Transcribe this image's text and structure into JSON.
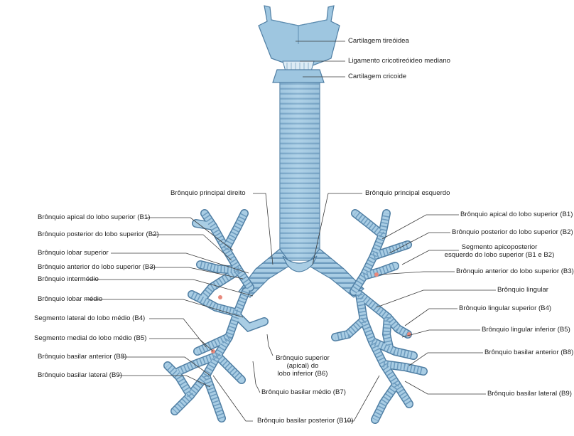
{
  "labels": {
    "cartilagem_tireoidea": "Cartilagem tireóidea",
    "ligamento_cricotireoideo": "Ligamento cricotireóideo mediano",
    "cartilagem_cricoide": "Cartilagem cricoide",
    "bronquio_principal_direito": "Brônquio principal direito",
    "bronquio_principal_esquerdo": "Brônquio principal esquerdo",
    "right": {
      "apical_b1": "Brônquio apical do lobo superior (B1)",
      "posterior_b2": "Brônquio posterior do lobo superior (B2)",
      "lobar_superior": "Brônquio lobar superior",
      "anterior_b3": "Brônquio anterior do lobo superior (B3)",
      "intermedio": "Brônquio intermédio",
      "lobar_medio": "Brônquio lobar médio",
      "lateral_b4": "Segmento lateral do lobo médio (B4)",
      "medial_b5": "Segmento medial do lobo médio (B5)",
      "basilar_anterior_b8": "Brônquio basilar anterior (B8)",
      "basilar_lateral_b9": "Brônquio basilar lateral (B9)"
    },
    "center": {
      "superior_b6_line1": "Brônquio superior",
      "superior_b6_line2": "(apical) do",
      "superior_b6_line3": "lobo inferior (B6)",
      "basilar_medio_b7": "Brônquio basilar médio (B7)",
      "basilar_posterior_b10": "Brônquio basilar posterior (B10)"
    },
    "left": {
      "apical_b1": "Brônquio apical do lobo superior (B1)",
      "posterior_b2": "Brônquio posterior do lobo superior (B2)",
      "apicoposterior_line1": "Segmento apicoposterior",
      "apicoposterior_line2": "esquerdo do lobo superior (B1 e B2)",
      "anterior_b3": "Brônquio anterior do lobo superior (B3)",
      "lingular": "Brônquio lingular",
      "lingular_superior_b4": "Brônquio lingular superior (B4)",
      "lingular_inferior_b5": "Brônquio lingular inferior (B5)",
      "basilar_anterior_b8": "Brônquio basilar anterior (B8)",
      "basilar_lateral_b9": "Brônquio basilar lateral (B9)"
    }
  },
  "colors": {
    "airway_fill": "#a9cde4",
    "airway_ring": "#6e9cbf",
    "airway_outline": "#4f7ea3",
    "tip_accent": "#e8897c",
    "leader_line": "#3a3a3a"
  }
}
